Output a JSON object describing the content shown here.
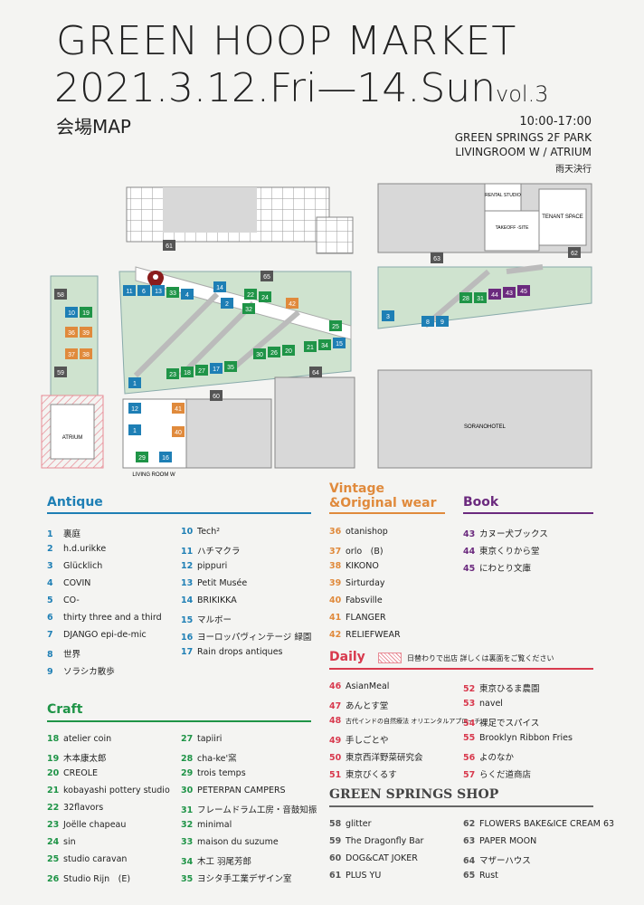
{
  "header": {
    "title": "GREEN HOOP MARKET",
    "dates": "2021.3.12.Fri—14.Sun",
    "vol": "vol.3",
    "map_label": "会場MAP",
    "time": "10:00-17:00",
    "venue1": "GREEN SPRINGS 2F PARK",
    "venue2": "LIVINGROOM W / ATRIUM",
    "rain": "雨天決行"
  },
  "map_labels": {
    "rental": "RENTAL STUDIO",
    "takeoff": "TAKEOFF -SITE",
    "tenant": "TENANT SPACE",
    "atrium": "ATRIUM",
    "livingroom": "LIVING ROOM W",
    "sorano": "SORANOHOTEL"
  },
  "colors": {
    "antique": "#1e7fb5",
    "craft": "#1f9447",
    "vintage": "#e08a3c",
    "book": "#6b2a7e",
    "daily": "#d83a4e",
    "shop": "#555555",
    "green": "#cfe3cf",
    "building": "#d8d8d8"
  },
  "sections": {
    "antique_title": "Antique",
    "craft_title": "Craft",
    "vintage_title": "Vintage\n&Original wear",
    "book_title": "Book",
    "daily_title": "Daily",
    "daily_note": "日替わりで出店 詳しくは裏面をご覧ください",
    "shop_title": "GREEN SPRINGS SHOP"
  },
  "antique": [
    {
      "n": "1",
      "name": "裏庭"
    },
    {
      "n": "2",
      "name": "h.d.urikke"
    },
    {
      "n": "3",
      "name": "Glücklich"
    },
    {
      "n": "4",
      "name": "COVIN"
    },
    {
      "n": "5",
      "name": "CO-"
    },
    {
      "n": "6",
      "name": "thirty three and a third"
    },
    {
      "n": "7",
      "name": "DJANGO epi-de-mic"
    },
    {
      "n": "8",
      "name": "世界"
    },
    {
      "n": "9",
      "name": "ソラシカ散歩"
    },
    {
      "n": "10",
      "name": "Tech²"
    },
    {
      "n": "11",
      "name": "ハチマクラ"
    },
    {
      "n": "12",
      "name": "pippuri"
    },
    {
      "n": "13",
      "name": "Petit Musée"
    },
    {
      "n": "14",
      "name": "BRIKIKKA"
    },
    {
      "n": "15",
      "name": "マルボー"
    },
    {
      "n": "16",
      "name": "ヨーロッパヴィンテージ 緑園"
    },
    {
      "n": "17",
      "name": "Rain drops antiques"
    }
  ],
  "craft": [
    {
      "n": "18",
      "name": "atelier coin"
    },
    {
      "n": "19",
      "name": "木本康太郎"
    },
    {
      "n": "20",
      "name": "CREOLE"
    },
    {
      "n": "21",
      "name": "kobayashi pottery studio"
    },
    {
      "n": "22",
      "name": "32flavors"
    },
    {
      "n": "23",
      "name": "Joëlle chapeau"
    },
    {
      "n": "24",
      "name": "sin"
    },
    {
      "n": "25",
      "name": "studio caravan"
    },
    {
      "n": "26",
      "name": "Studio Rijn　(E)"
    },
    {
      "n": "27",
      "name": "tapiiri"
    },
    {
      "n": "28",
      "name": "cha-ke'窯"
    },
    {
      "n": "29",
      "name": "trois temps"
    },
    {
      "n": "30",
      "name": "PETERPAN CAMPERS"
    },
    {
      "n": "31",
      "name": "フレームドラム工房・音鼓知振"
    },
    {
      "n": "32",
      "name": "minimal"
    },
    {
      "n": "33",
      "name": "maison du suzume"
    },
    {
      "n": "34",
      "name": "木工 羽尾芳郎"
    },
    {
      "n": "35",
      "name": "ヨシタ手工業デザイン室"
    }
  ],
  "vintage": [
    {
      "n": "36",
      "name": "otanishop"
    },
    {
      "n": "37",
      "name": "orlo　(B)"
    },
    {
      "n": "38",
      "name": "KIKONO"
    },
    {
      "n": "39",
      "name": "Sirturday"
    },
    {
      "n": "40",
      "name": "Fabsville"
    },
    {
      "n": "41",
      "name": "FLANGER"
    },
    {
      "n": "42",
      "name": "RELIEFWEAR"
    }
  ],
  "book": [
    {
      "n": "43",
      "name": "カヌー犬ブックス"
    },
    {
      "n": "44",
      "name": "東京くりから堂"
    },
    {
      "n": "45",
      "name": "にわとり文庫"
    }
  ],
  "daily": [
    {
      "n": "46",
      "name": "AsianMeal"
    },
    {
      "n": "47",
      "name": "あんとす堂"
    },
    {
      "n": "48",
      "name": "古代インドの自然療法 オリエンタルアプローチ"
    },
    {
      "n": "49",
      "name": "手しごとや"
    },
    {
      "n": "50",
      "name": "東京西洋野菜研究会"
    },
    {
      "n": "51",
      "name": "東京びくるす"
    },
    {
      "n": "52",
      "name": "東京ひるま農園"
    },
    {
      "n": "53",
      "name": "navel"
    },
    {
      "n": "54",
      "name": "裸足でスパイス"
    },
    {
      "n": "55",
      "name": "Brooklyn Ribbon Fries"
    },
    {
      "n": "56",
      "name": "よのなか"
    },
    {
      "n": "57",
      "name": "らくだ道商店"
    }
  ],
  "shop": [
    {
      "n": "58",
      "name": "glitter"
    },
    {
      "n": "59",
      "name": "The Dragonfly Bar"
    },
    {
      "n": "60",
      "name": "DOG&CAT JOKER"
    },
    {
      "n": "61",
      "name": "PLUS YU"
    },
    {
      "n": "62",
      "name": "FLOWERS BAKE&ICE CREAM 63"
    },
    {
      "n": "63",
      "name": "PAPER MOON"
    },
    {
      "n": "64",
      "name": "マザーハウス"
    },
    {
      "n": "65",
      "name": "Rust"
    }
  ]
}
